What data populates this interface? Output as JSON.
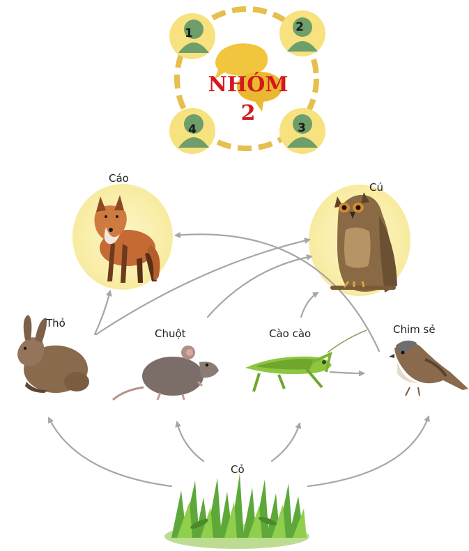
{
  "group_badge": {
    "title": "NHÓM",
    "number": "2",
    "members": [
      "1",
      "2",
      "3",
      "4"
    ]
  },
  "food_web": {
    "organisms": {
      "fox": "Cáo",
      "owl": "Cú",
      "rabbit": "Thỏ",
      "mouse": "Chuột",
      "grasshopper": "Cào cào",
      "sparrow": "Chim sẻ",
      "grass": "Cỏ"
    },
    "relations": [
      [
        "Cỏ",
        "Thỏ"
      ],
      [
        "Cỏ",
        "Chuột"
      ],
      [
        "Cỏ",
        "Cào cào"
      ],
      [
        "Cỏ",
        "Chim sẻ"
      ],
      [
        "Thỏ",
        "Cáo"
      ],
      [
        "Thỏ",
        "Cú"
      ],
      [
        "Chuột",
        "Cú"
      ],
      [
        "Cào cào",
        "Cú"
      ],
      [
        "Cào cào",
        "Chim sẻ"
      ],
      [
        "Chim sẻ",
        "Cáo"
      ]
    ]
  },
  "colors": {
    "arrow": "#a6a6a6",
    "badge_ring": "#e6bf4c",
    "badge_circle": "#f7e27f",
    "member_icon": "#6e9e6a",
    "title": "#d4181c",
    "predator_halo": "#fbf1b0"
  }
}
